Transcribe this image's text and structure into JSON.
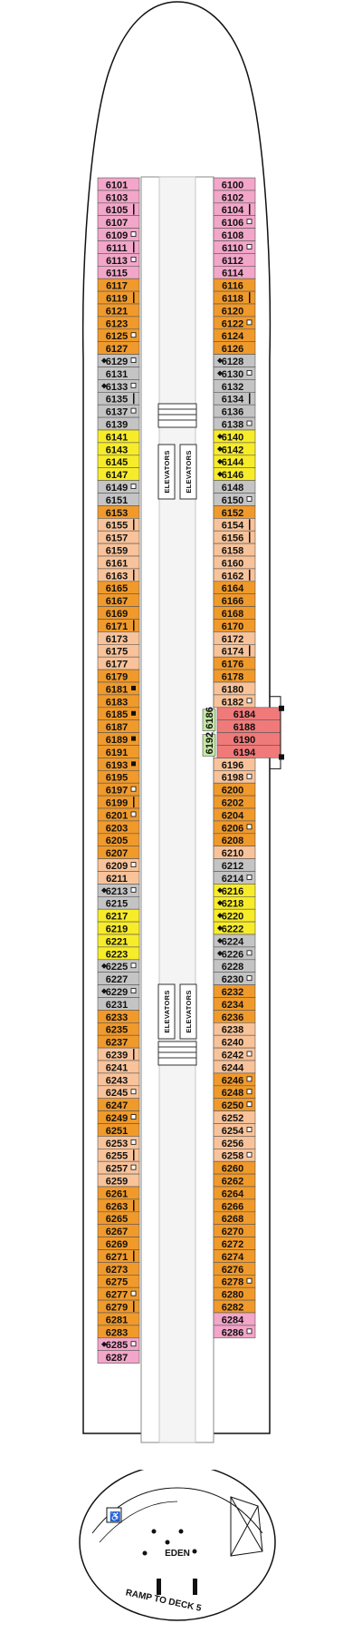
{
  "colors": {
    "pink": "#f2a6c9",
    "orange": "#f09a2c",
    "peach": "#f8c39a",
    "gray": "#c4c4c4",
    "yellow": "#f7ec2a",
    "green": "#c4e7a4",
    "red": "#f07a7a",
    "white": "#ffffff"
  },
  "labels": {
    "elevators": "ELEVATORS",
    "eden": "EDEN",
    "ramp": "RAMP TO DECK 5"
  },
  "port_cabins": [
    [
      "6101",
      "pink",
      ""
    ],
    [
      "6103",
      "pink",
      ""
    ],
    [
      "6105",
      "pink",
      "I"
    ],
    [
      "6107",
      "pink",
      ""
    ],
    [
      "6109",
      "pink",
      "S"
    ],
    [
      "6111",
      "pink",
      "I"
    ],
    [
      "6113",
      "pink",
      "S"
    ],
    [
      "6115",
      "pink",
      ""
    ],
    [
      "6117",
      "orange",
      ""
    ],
    [
      "6119",
      "orange",
      "I"
    ],
    [
      "6121",
      "orange",
      ""
    ],
    [
      "6123",
      "orange",
      ""
    ],
    [
      "6125",
      "orange",
      "S"
    ],
    [
      "6127",
      "orange",
      ""
    ],
    [
      "6129",
      "gray",
      "SD"
    ],
    [
      "6131",
      "gray",
      ""
    ],
    [
      "6133",
      "gray",
      "SD"
    ],
    [
      "6135",
      "gray",
      "I"
    ],
    [
      "6137",
      "gray",
      "S"
    ],
    [
      "6139",
      "gray",
      ""
    ],
    [
      "6141",
      "yellow",
      ""
    ],
    [
      "6143",
      "yellow",
      ""
    ],
    [
      "6145",
      "yellow",
      ""
    ],
    [
      "6147",
      "yellow",
      ""
    ],
    [
      "6149",
      "gray",
      "S"
    ],
    [
      "6151",
      "gray",
      ""
    ],
    [
      "6153",
      "orange",
      ""
    ],
    [
      "6155",
      "peach",
      "I"
    ],
    [
      "6157",
      "peach",
      ""
    ],
    [
      "6159",
      "peach",
      ""
    ],
    [
      "6161",
      "peach",
      ""
    ],
    [
      "6163",
      "peach",
      "I"
    ],
    [
      "6165",
      "orange",
      ""
    ],
    [
      "6167",
      "orange",
      ""
    ],
    [
      "6169",
      "orange",
      ""
    ],
    [
      "6171",
      "orange",
      "I"
    ],
    [
      "6173",
      "peach",
      ""
    ],
    [
      "6175",
      "peach",
      ""
    ],
    [
      "6177",
      "peach",
      ""
    ],
    [
      "6179",
      "orange",
      ""
    ],
    [
      "6181",
      "orange",
      "B"
    ],
    [
      "6183",
      "orange",
      ""
    ],
    [
      "6185",
      "orange",
      "B"
    ],
    [
      "6187",
      "orange",
      ""
    ],
    [
      "6189",
      "orange",
      "B"
    ],
    [
      "6191",
      "orange",
      ""
    ],
    [
      "6193",
      "orange",
      "B"
    ],
    [
      "6195",
      "orange",
      ""
    ],
    [
      "6197",
      "orange",
      "S"
    ],
    [
      "6199",
      "orange",
      "I"
    ],
    [
      "6201",
      "orange",
      "S"
    ],
    [
      "6203",
      "orange",
      ""
    ],
    [
      "6205",
      "orange",
      ""
    ],
    [
      "6207",
      "orange",
      ""
    ],
    [
      "6209",
      "peach",
      "S"
    ],
    [
      "6211",
      "peach",
      ""
    ],
    [
      "6213",
      "gray",
      "SD"
    ],
    [
      "6215",
      "gray",
      ""
    ],
    [
      "6217",
      "yellow",
      ""
    ],
    [
      "6219",
      "yellow",
      ""
    ],
    [
      "6221",
      "yellow",
      ""
    ],
    [
      "6223",
      "yellow",
      ""
    ],
    [
      "6225",
      "gray",
      "SD"
    ],
    [
      "6227",
      "gray",
      ""
    ],
    [
      "6229",
      "gray",
      "SD"
    ],
    [
      "6231",
      "gray",
      ""
    ],
    [
      "6233",
      "orange",
      ""
    ],
    [
      "6235",
      "orange",
      ""
    ],
    [
      "6237",
      "orange",
      ""
    ],
    [
      "6239",
      "peach",
      "I"
    ],
    [
      "6241",
      "peach",
      ""
    ],
    [
      "6243",
      "peach",
      ""
    ],
    [
      "6245",
      "peach",
      "S"
    ],
    [
      "6247",
      "orange",
      ""
    ],
    [
      "6249",
      "orange",
      "S"
    ],
    [
      "6251",
      "orange",
      ""
    ],
    [
      "6253",
      "peach",
      "S"
    ],
    [
      "6255",
      "peach",
      "I"
    ],
    [
      "6257",
      "peach",
      "S"
    ],
    [
      "6259",
      "peach",
      ""
    ],
    [
      "6261",
      "orange",
      ""
    ],
    [
      "6263",
      "orange",
      "I"
    ],
    [
      "6265",
      "orange",
      ""
    ],
    [
      "6267",
      "orange",
      ""
    ],
    [
      "6269",
      "orange",
      ""
    ],
    [
      "6271",
      "orange",
      "I"
    ],
    [
      "6273",
      "orange",
      ""
    ],
    [
      "6275",
      "orange",
      ""
    ],
    [
      "6277",
      "orange",
      "S"
    ],
    [
      "6279",
      "orange",
      "I"
    ],
    [
      "6281",
      "orange",
      ""
    ],
    [
      "6283",
      "orange",
      ""
    ],
    [
      "6285",
      "pink",
      "SD"
    ],
    [
      "6287",
      "pink",
      ""
    ]
  ],
  "starboard_cabins": [
    [
      "6100",
      "pink",
      ""
    ],
    [
      "6102",
      "pink",
      ""
    ],
    [
      "6104",
      "pink",
      "I"
    ],
    [
      "6106",
      "pink",
      "S"
    ],
    [
      "6108",
      "pink",
      ""
    ],
    [
      "6110",
      "pink",
      "S"
    ],
    [
      "6112",
      "pink",
      ""
    ],
    [
      "6114",
      "pink",
      ""
    ],
    [
      "6116",
      "orange",
      ""
    ],
    [
      "6118",
      "orange",
      "I"
    ],
    [
      "6120",
      "orange",
      ""
    ],
    [
      "6122",
      "orange",
      "S"
    ],
    [
      "6124",
      "orange",
      ""
    ],
    [
      "6126",
      "orange",
      ""
    ],
    [
      "6128",
      "gray",
      "D"
    ],
    [
      "6130",
      "gray",
      "DS"
    ],
    [
      "6132",
      "gray",
      ""
    ],
    [
      "6134",
      "gray",
      "I"
    ],
    [
      "6136",
      "gray",
      ""
    ],
    [
      "6138",
      "gray",
      "S"
    ],
    [
      "6140",
      "yellow",
      "D"
    ],
    [
      "6142",
      "yellow",
      "D"
    ],
    [
      "6144",
      "yellow",
      "D"
    ],
    [
      "6146",
      "yellow",
      "D"
    ],
    [
      "6148",
      "gray",
      ""
    ],
    [
      "6150",
      "gray",
      "S"
    ],
    [
      "6152",
      "orange",
      ""
    ],
    [
      "6154",
      "peach",
      "I"
    ],
    [
      "6156",
      "peach",
      "I"
    ],
    [
      "6158",
      "peach",
      ""
    ],
    [
      "6160",
      "peach",
      ""
    ],
    [
      "6162",
      "peach",
      "I"
    ],
    [
      "6164",
      "orange",
      ""
    ],
    [
      "6166",
      "orange",
      ""
    ],
    [
      "6168",
      "orange",
      ""
    ],
    [
      "6170",
      "orange",
      ""
    ],
    [
      "6172",
      "peach",
      ""
    ],
    [
      "6174",
      "peach",
      "I"
    ],
    [
      "6176",
      "orange",
      ""
    ],
    [
      "6178",
      "orange",
      ""
    ],
    [
      "6180",
      "peach",
      ""
    ],
    [
      "6182",
      "peach",
      "S"
    ]
  ],
  "starboard_green": [
    "6186",
    "6192"
  ],
  "starboard_red": [
    "6184",
    "6188",
    "6190",
    "6194"
  ],
  "starboard_cabins_lower": [
    [
      "6196",
      "peach",
      ""
    ],
    [
      "6198",
      "peach",
      "S"
    ],
    [
      "6200",
      "orange",
      ""
    ],
    [
      "6202",
      "orange",
      ""
    ],
    [
      "6204",
      "orange",
      ""
    ],
    [
      "6206",
      "orange",
      "S"
    ],
    [
      "6208",
      "orange",
      ""
    ],
    [
      "6210",
      "peach",
      ""
    ],
    [
      "6212",
      "gray",
      ""
    ],
    [
      "6214",
      "gray",
      "S"
    ],
    [
      "6216",
      "yellow",
      "D"
    ],
    [
      "6218",
      "yellow",
      "D"
    ],
    [
      "6220",
      "yellow",
      "D"
    ],
    [
      "6222",
      "yellow",
      "D"
    ],
    [
      "6224",
      "gray",
      "D"
    ],
    [
      "6226",
      "gray",
      "SD"
    ],
    [
      "6228",
      "gray",
      ""
    ],
    [
      "6230",
      "gray",
      "S"
    ],
    [
      "6232",
      "orange",
      ""
    ],
    [
      "6234",
      "orange",
      ""
    ],
    [
      "6236",
      "orange",
      ""
    ],
    [
      "6238",
      "peach",
      ""
    ],
    [
      "6240",
      "peach",
      ""
    ],
    [
      "6242",
      "peach",
      "S"
    ],
    [
      "6244",
      "peach",
      ""
    ],
    [
      "6246",
      "orange",
      "S"
    ],
    [
      "6248",
      "orange",
      "S"
    ],
    [
      "6250",
      "orange",
      "S"
    ],
    [
      "6252",
      "peach",
      ""
    ],
    [
      "6254",
      "peach",
      "S"
    ],
    [
      "6256",
      "peach",
      ""
    ],
    [
      "6258",
      "peach",
      "S"
    ],
    [
      "6260",
      "orange",
      ""
    ],
    [
      "6262",
      "orange",
      ""
    ],
    [
      "6264",
      "orange",
      ""
    ],
    [
      "6266",
      "orange",
      ""
    ],
    [
      "6268",
      "orange",
      ""
    ],
    [
      "6270",
      "orange",
      ""
    ],
    [
      "6272",
      "orange",
      ""
    ],
    [
      "6274",
      "orange",
      ""
    ],
    [
      "6276",
      "orange",
      ""
    ],
    [
      "6278",
      "orange",
      "S"
    ],
    [
      "6280",
      "orange",
      ""
    ],
    [
      "6282",
      "orange",
      ""
    ],
    [
      "6284",
      "pink",
      ""
    ],
    [
      "6286",
      "pink",
      "S"
    ]
  ]
}
